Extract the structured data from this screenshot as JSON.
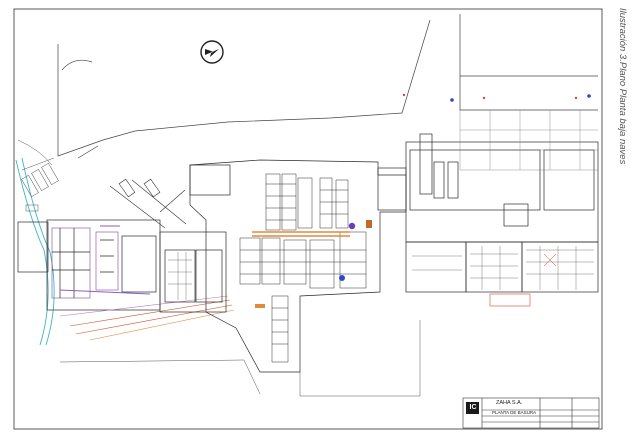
{
  "caption": "Ilustración 3.Plano Planta baja naves",
  "title_block": {
    "logo": "IC",
    "company": "ZAHA S.A.",
    "drawing_title": "PLANTA DE BASURA"
  },
  "colors": {
    "line": "#2b2b2b",
    "accent_red": "#d64a2a",
    "accent_orange": "#e08a3a",
    "accent_purple": "#8e5db8",
    "accent_cyan": "#3ab7c9",
    "accent_blue": "#2f49c4"
  },
  "icons": {
    "north_arrow": "north-arrow-icon",
    "logo": "ic-logo"
  }
}
